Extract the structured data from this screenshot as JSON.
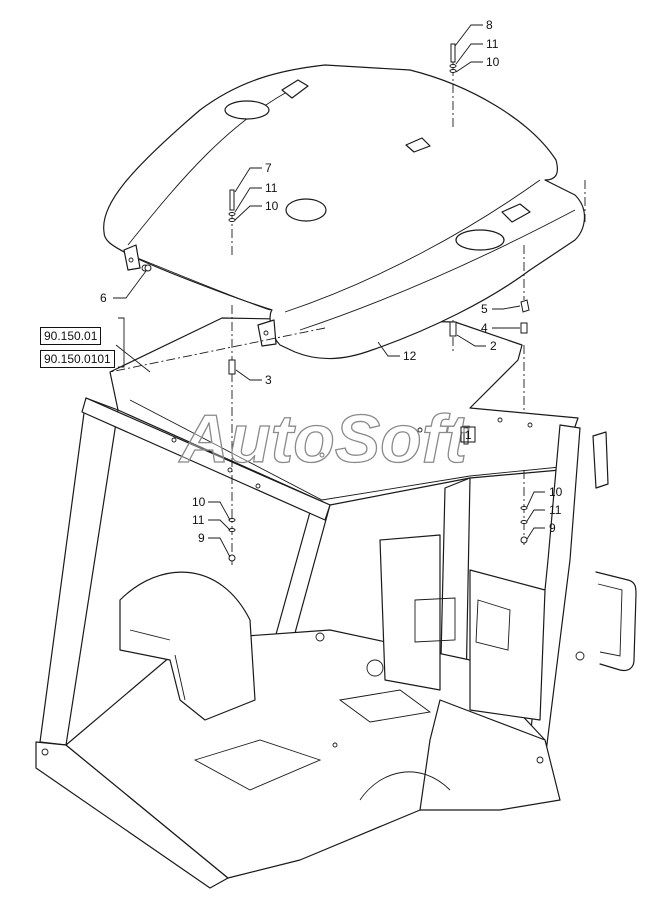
{
  "watermark": "AutoSoft",
  "references": [
    "90.150.01",
    "90.150.0101"
  ],
  "callouts": [
    {
      "id": "c8a",
      "text": "8"
    },
    {
      "id": "c11a",
      "text": "11"
    },
    {
      "id": "c10a",
      "text": "10"
    },
    {
      "id": "c7",
      "text": "7"
    },
    {
      "id": "c11b",
      "text": "11"
    },
    {
      "id": "c10b",
      "text": "10"
    },
    {
      "id": "c6",
      "text": "6"
    },
    {
      "id": "c5",
      "text": "5"
    },
    {
      "id": "c4",
      "text": "4"
    },
    {
      "id": "c2",
      "text": "2"
    },
    {
      "id": "c12",
      "text": "12"
    },
    {
      "id": "c3",
      "text": "3"
    },
    {
      "id": "c1",
      "text": "1"
    },
    {
      "id": "c10c",
      "text": "10"
    },
    {
      "id": "c11c",
      "text": "11"
    },
    {
      "id": "c9a",
      "text": "9"
    },
    {
      "id": "c10d",
      "text": "10"
    },
    {
      "id": "c11d",
      "text": "11"
    },
    {
      "id": "c9b",
      "text": "9"
    }
  ]
}
